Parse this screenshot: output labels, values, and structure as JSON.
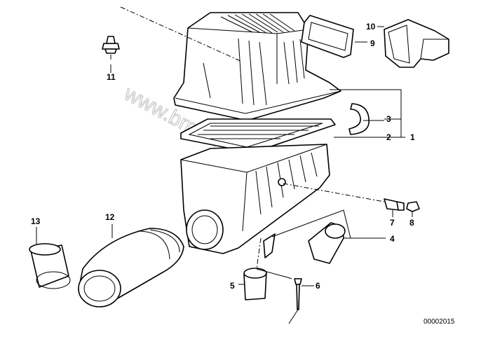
{
  "diagram": {
    "document_number": "00002015",
    "watermark": "www.bmwmaster.pl",
    "callouts": [
      {
        "id": "c1",
        "label": "1"
      },
      {
        "id": "c2",
        "label": "2"
      },
      {
        "id": "c3",
        "label": "3"
      },
      {
        "id": "c4",
        "label": "4"
      },
      {
        "id": "c5",
        "label": "5"
      },
      {
        "id": "c6",
        "label": "6"
      },
      {
        "id": "c7",
        "label": "7"
      },
      {
        "id": "c8",
        "label": "8"
      },
      {
        "id": "c9",
        "label": "9"
      },
      {
        "id": "c10",
        "label": "10"
      },
      {
        "id": "c11",
        "label": "11"
      },
      {
        "id": "c12",
        "label": "12"
      },
      {
        "id": "c13",
        "label": "13"
      }
    ]
  }
}
